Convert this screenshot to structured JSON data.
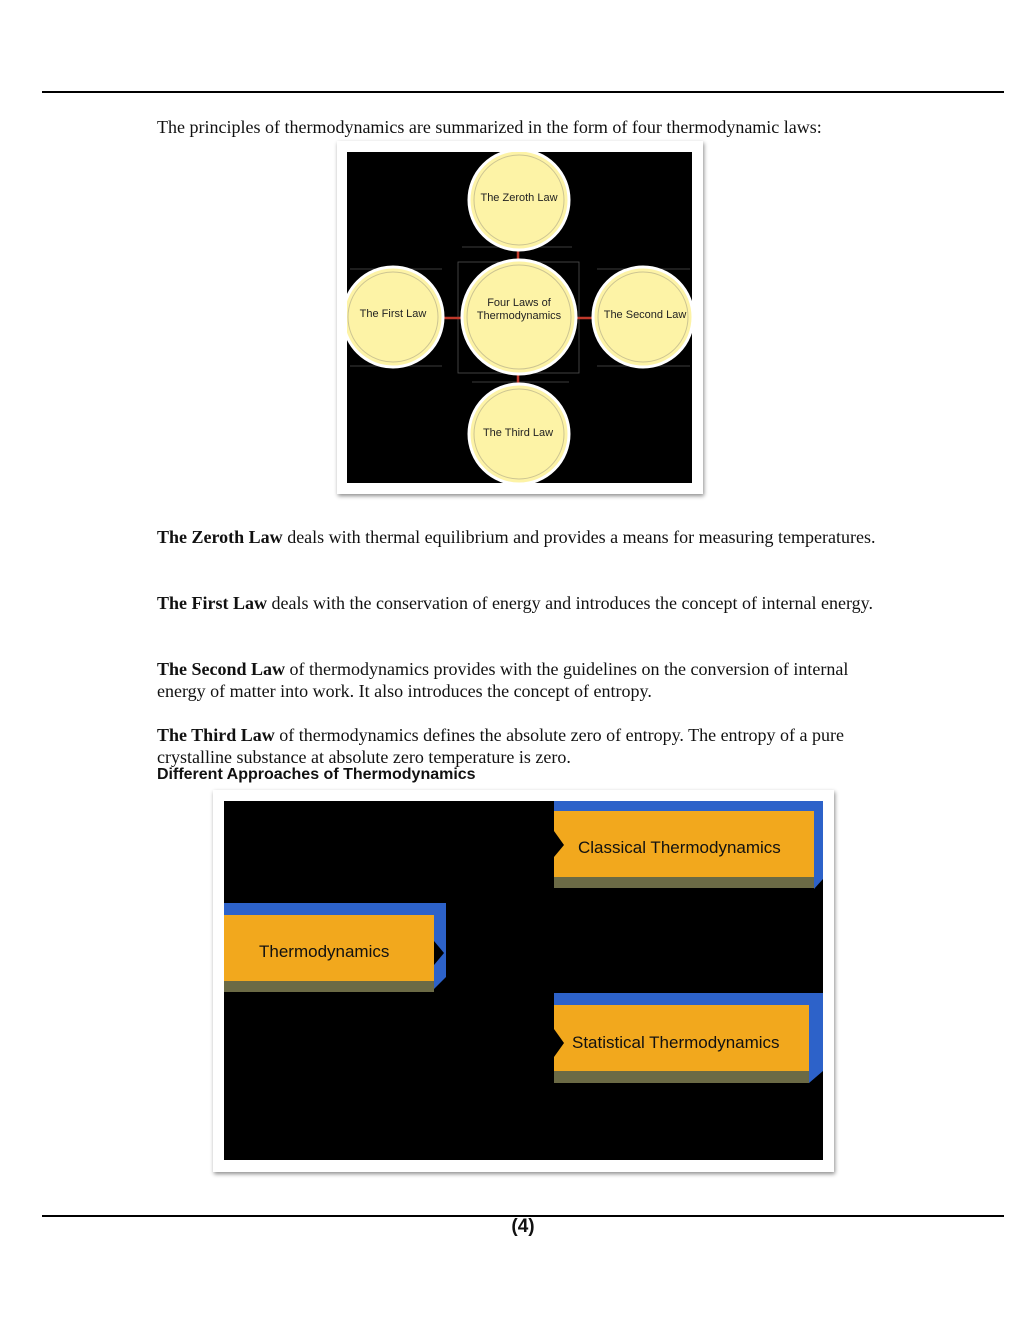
{
  "intro": "The principles of thermodynamics are summarized in the form of four thermodynamic laws:",
  "laws_diagram": {
    "center": "Four Laws of Thermodynamics",
    "center_line1": "Four Laws of",
    "center_line2": "Thermodynamics",
    "top": "The Zeroth Law",
    "left": "The First Law",
    "right": "The Second Law",
    "bottom": "The Third Law"
  },
  "paragraphs": {
    "zeroth": {
      "term": "The Zeroth Law",
      "text": " deals with thermal equilibrium and provides a means for measuring temperatures."
    },
    "first": {
      "term": "The First Law",
      "text": " deals with the conservation of energy and introduces the concept of internal energy."
    },
    "second": {
      "term": "The Second Law",
      "text": " of thermodynamics provides with the guidelines on the conversion of internal energy of matter into work. It also introduces the concept of entropy."
    },
    "third": {
      "term": "The Third Law",
      "text": " of thermodynamics defines the absolute zero of entropy. The entropy of a pure crystalline substance at absolute zero temperature is zero."
    }
  },
  "approaches": {
    "heading": "Different Approaches of Thermodynamics",
    "root": "Thermodynamics",
    "branch_top": "Classical Thermodynamics",
    "branch_bottom": "Statistical Thermodynamics"
  },
  "colors": {
    "circle_fill": "#fdf3a6",
    "connector": "#c0392b",
    "box_fill": "#f2a81d",
    "box_side": "#2d62c9",
    "box_bottom": "#6b6a45"
  },
  "page_number": "(4)"
}
